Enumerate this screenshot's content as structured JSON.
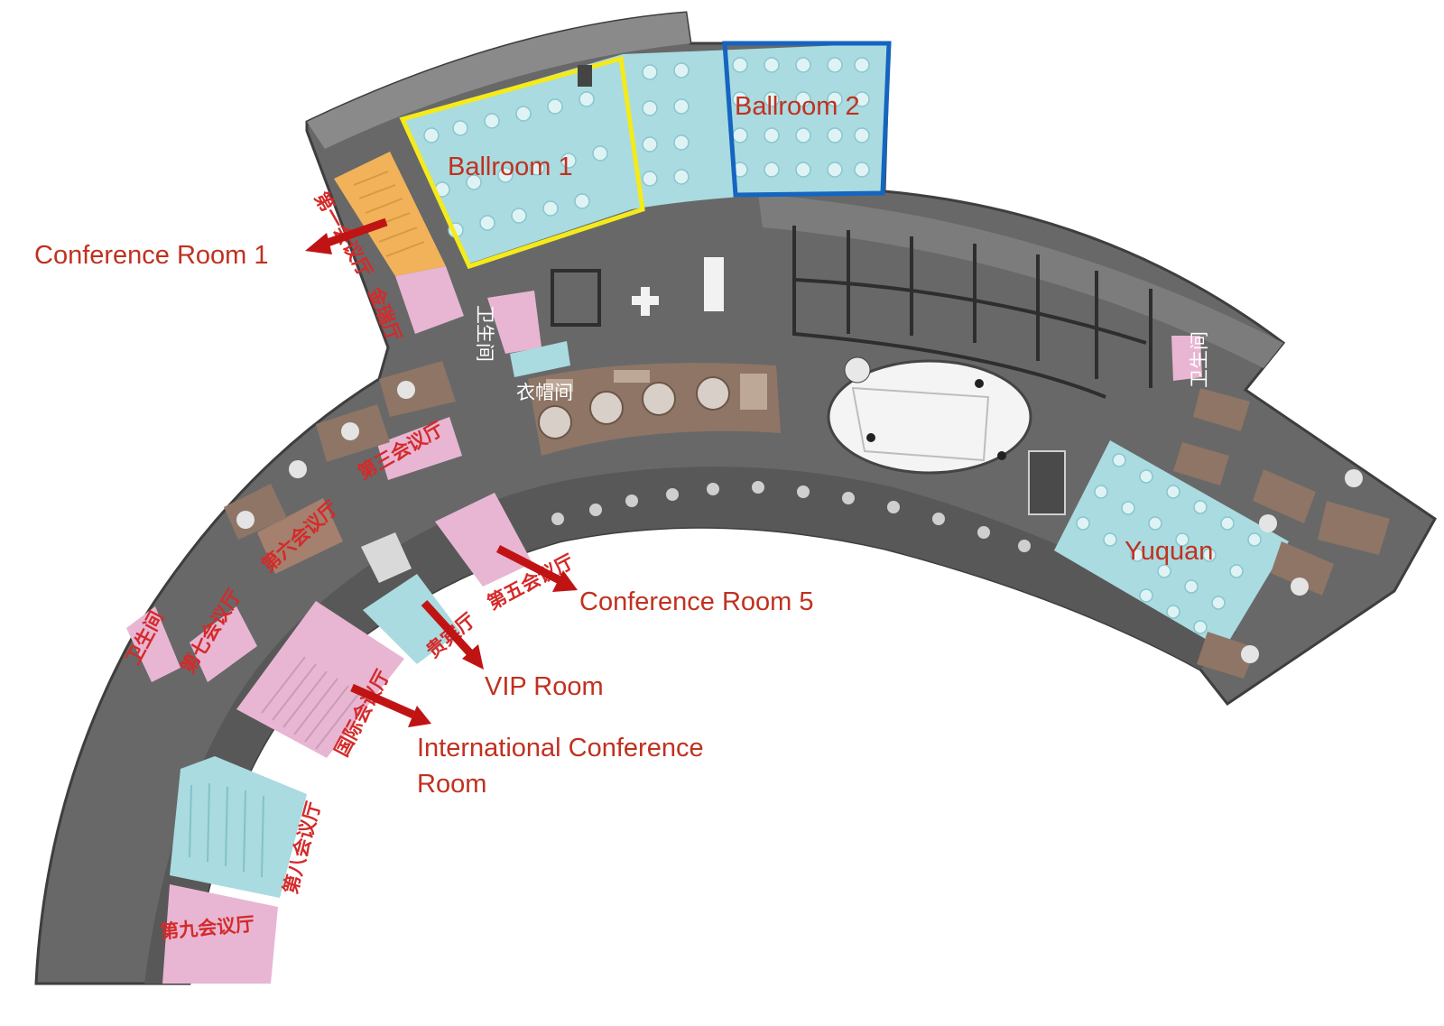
{
  "colors": {
    "floor_dark": "#5a5a5a",
    "floor_mid": "#6e6e6e",
    "wall": "#8a8a8a",
    "ballroom_teal": "#a9dbe0",
    "pink_room": "#e8b6d3",
    "orange_room": "#f1b25a",
    "brown_room": "#8e7565",
    "ballroom1_border": "#f5ea1a",
    "ballroom2_border": "#1565c0",
    "label_red": "#c0311f",
    "arrow_red": "#c01414"
  },
  "labels_en": {
    "ballroom_1": "Ballroom 1",
    "ballroom_2": "Ballroom 2",
    "conference_room_1": "Conference Room 1",
    "conference_room_5": "Conference Room 5",
    "vip_room": "VIP Room",
    "international_conf_line1": "International Conference",
    "international_conf_line2": "Room",
    "yuquan": "Yuquan"
  },
  "labels_cn": {
    "room_1": "第一会议厅",
    "jinrui": "金瑞厅",
    "restroom_a": "卫生间",
    "cloakroom": "衣帽间",
    "restroom_b": "卫生间",
    "room_3": "第三会议厅",
    "room_6": "第六会议厅",
    "room_5": "第五会议厅",
    "vip": "贵宾厅",
    "room_7": "第七会议厅",
    "restroom_c": "卫生间",
    "international": "国际会议厅",
    "room_8": "第八会议厅",
    "room_9": "第九会议厅"
  }
}
